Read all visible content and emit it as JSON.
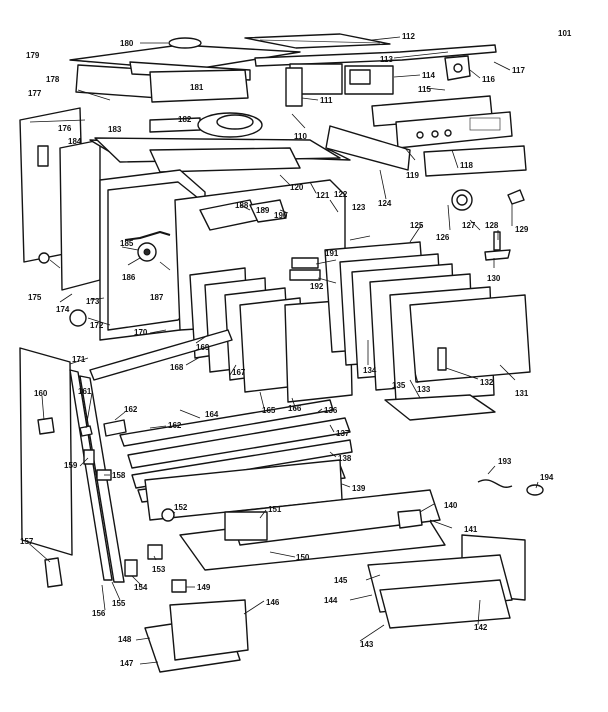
{
  "labels": {
    "p101": "101",
    "p110": "110",
    "p111": "111",
    "p112": "112",
    "p113": "113",
    "p114": "114",
    "p115": "115",
    "p116": "116",
    "p117": "117",
    "p118": "118",
    "p119": "119",
    "p120": "120",
    "p121": "121",
    "p122": "122",
    "p123": "123",
    "p124": "124",
    "p125": "125",
    "p126": "126",
    "p127": "127",
    "p128": "128",
    "p129": "129",
    "p130": "130",
    "p131": "131",
    "p132": "132",
    "p133": "133",
    "p134": "134",
    "p135": "135",
    "p136": "136",
    "p137": "137",
    "p138": "138",
    "p139": "139",
    "p140": "140",
    "p141": "141",
    "p142": "142",
    "p143": "143",
    "p144": "144",
    "p145": "145",
    "p146": "146",
    "p147": "147",
    "p148": "148",
    "p149": "149",
    "p150": "150",
    "p151": "151",
    "p152": "152",
    "p153": "153",
    "p154": "154",
    "p155": "155",
    "p156": "156",
    "p157": "157",
    "p158": "158",
    "p159": "159",
    "p160": "160",
    "p161": "161",
    "p162": "162",
    "p164": "164",
    "p165": "165",
    "p166": "166",
    "p167": "167",
    "p168": "168",
    "p169": "169",
    "p170": "170",
    "p171": "171",
    "p172": "172",
    "p173": "173",
    "p174": "174",
    "p175": "175",
    "p176": "176",
    "p177": "177",
    "p178": "178",
    "p179": "179",
    "p180": "180",
    "p181": "181",
    "p182": "182",
    "p183": "183",
    "p184": "184",
    "p185": "185",
    "p186": "186",
    "p187": "187",
    "p188": "188",
    "p189": "189",
    "p190": "190",
    "p191": "191",
    "p192": "192",
    "p193": "193",
    "p194": "194"
  },
  "inset_labels": {
    "label_118": "118",
    "label_181": "181"
  }
}
